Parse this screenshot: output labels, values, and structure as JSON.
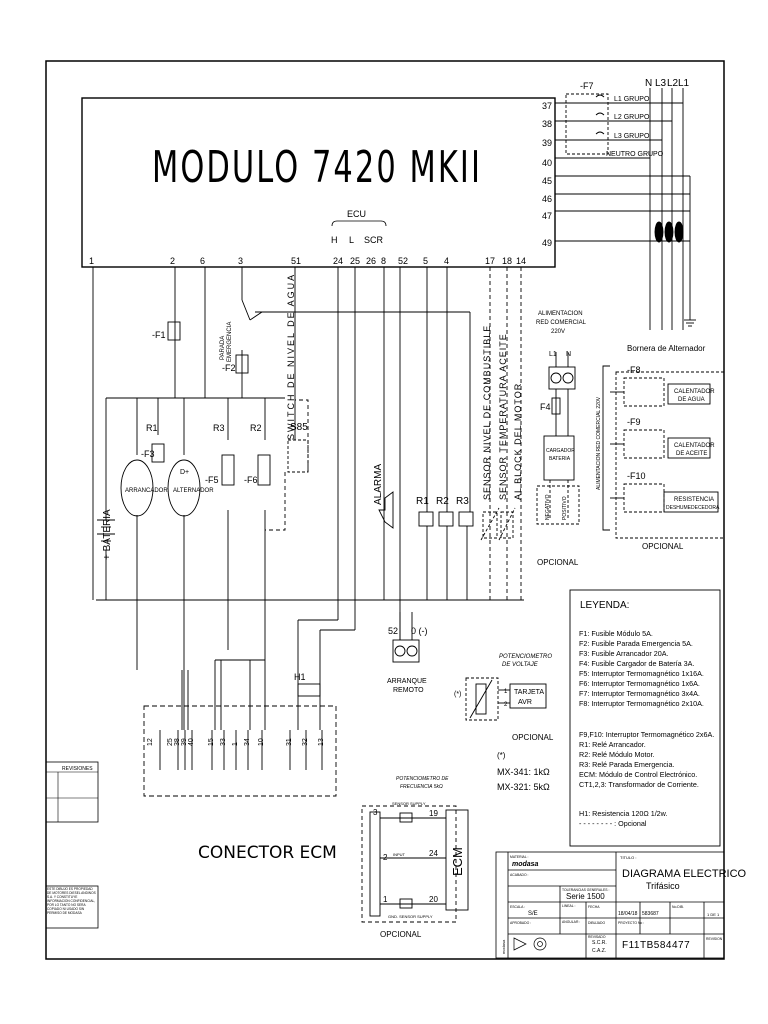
{
  "module": {
    "title": "MODULO 7420 MKII",
    "ecu_label": "ECU",
    "ecu_pins": [
      "H",
      "L",
      "SCR"
    ]
  },
  "terminals_bottom": [
    "1",
    "2",
    "6",
    "3",
    "51",
    "24",
    "25",
    "26",
    "8",
    "52",
    "5",
    "4",
    "17",
    "18",
    "14"
  ],
  "terminals_right": [
    "37",
    "38",
    "39",
    "40",
    "45",
    "46",
    "47",
    "49"
  ],
  "top_right": {
    "fuse": "-F7",
    "phase_labels": [
      "N",
      "L3",
      "L2",
      "L1"
    ],
    "grupo_labels": [
      "L1 GRUPO",
      "L2 GRUPO",
      "L3 GRUPO",
      "NEUTRO GRUPO"
    ],
    "bornera": "Bornera de Alternador"
  },
  "left_circuit": {
    "fuses": [
      "-F1",
      "-F2",
      "-F3",
      "-F5",
      "-F6"
    ],
    "relays": [
      "R1",
      "R3",
      "R2"
    ],
    "parada_emergencia": [
      "PARADA",
      "EMERGENCIA"
    ],
    "switch_label": "SWITCH DE NIVEL DE AGUA",
    "s85": "S85",
    "bateria": "+ BATERIA",
    "arrancador": "ARRANCADOR",
    "alternador": "ALTERNADOR",
    "alternador_d": "D+"
  },
  "middle": {
    "alarma": "ALARMA",
    "relay_coils": [
      "R1",
      "R2",
      "R3"
    ],
    "sensors": [
      "SENSOR NIVEL DE COMBUSTIBLE",
      "SENSOR TEMPERATURA ACEITE",
      "AL BLOCK DEL MOTOR"
    ]
  },
  "alimentacion": {
    "title": [
      "ALIMENTACION",
      "RED COMERCIAL",
      "220V"
    ],
    "pins": [
      "L1",
      "N"
    ],
    "fuse": "F4",
    "cargador": [
      "CARGADOR",
      "BATERIA"
    ],
    "polarity": [
      "NEGATIVO",
      "POSITIVO"
    ],
    "opcional": "OPCIONAL"
  },
  "heaters": {
    "side_label": "ALIMENTACION RED COMERCIAL 220V",
    "items": [
      {
        "fuse": "-F8",
        "label": [
          "CALENTADOR",
          "DE AGUA"
        ]
      },
      {
        "fuse": "-F9",
        "label": [
          "CALENTADOR",
          "DE ACEITE"
        ]
      },
      {
        "fuse": "-F10",
        "label": [
          "RESISTENCIA",
          "DESHUMEDECEDORA"
        ]
      }
    ],
    "opcional": "OPCIONAL"
  },
  "arranque": {
    "pins": [
      "52",
      "0 (-)"
    ],
    "label": [
      "ARRANQUE",
      "REMOTO"
    ]
  },
  "h1": "H1",
  "connector": {
    "label": "CONECTOR ECM",
    "pins": [
      "12",
      "25",
      "38",
      "39",
      "40",
      "15",
      "33",
      "1",
      "34",
      "10",
      "31",
      "32",
      "13"
    ]
  },
  "pot_voltaje": {
    "title": [
      "POTENCIOMETRO",
      "DE VOLTAJE"
    ],
    "star": "(*)",
    "pins": [
      "1",
      "2"
    ],
    "tarjeta": [
      "TARJETA",
      "AVR"
    ],
    "opcional": "OPCIONAL",
    "notes": [
      "(*)",
      "MX-341: 1kΩ",
      "MX-321: 5kΩ"
    ]
  },
  "pot_frecuencia": {
    "title": [
      "POTENCIOMETRO DE",
      "FRECUENCIA 5kΩ"
    ],
    "pins_left": [
      "3",
      "2",
      "1"
    ],
    "pins_right": [
      "19",
      "24",
      "20"
    ],
    "labels": [
      "SENSOR SUPPLY",
      "INPUT",
      "GND. SENSOR SUPPLY"
    ],
    "ecm": "ECM",
    "opcional": "OPCIONAL"
  },
  "leyenda": {
    "title": "LEYENDA:",
    "items": [
      "F1: Fusible Módulo 5A.",
      "F2: Fusible Parada Emergencia 5A.",
      "F3: Fusible Arrancador 20A.",
      "F4: Fusible Cargador de Batería 3A.",
      "F5: Interruptor Termomagnético 1x16A.",
      "F6: Interruptor Termomagnético 1x6A.",
      "F7: Interruptor Termomagnético 3x4A.",
      "F8: Interruptor Termomagnético 2x10A.",
      "F9,F10: Interruptor Termomagnético 2x6A.",
      "R1: Relé Arrancador.",
      "R2: Relé Módulo Motor.",
      "R3: Relé Parada Emergencia.",
      "ECM: Módulo de Control Electrónico.",
      "CT1,2,3: Transformador de Corriente.",
      "H1: Resistencia 120Ω 1/2w.",
      "- - - - - - - - : Opcional"
    ]
  },
  "revisiones": "REVISIONES",
  "notice": "ESTE DIBUJO ES PROPIEDAD DE MOTORES DIESEL ANDINOS S.A. Y CONSTITUYE INFORMACION CONFIDENCIAL, POR LO TANTO NO SERA COPIADO NI USADO SIN PERMISO DE MODASA",
  "titleblock": {
    "brand": "modasa",
    "titulo_label": "TITULO :",
    "title1": "DIAGRAMA ELECTRICO",
    "title2": "Trifásico",
    "serie": "Serie 1500",
    "fecha": "18/04/18",
    "numero": "583687",
    "escala": "S/E",
    "hoja": "1 DE 1",
    "proyecto": "S.C.R.",
    "reviso": "C.A.Z.",
    "code": "F11TB584477",
    "labels": [
      "MATERIAL :",
      "ACABADO :",
      "TOLERANCIAS GENERALES :",
      "ESCALA :",
      "APROBADO :",
      "FECHA",
      "No.DIB.",
      "LINEAL :",
      "ANGULAR :",
      "DIBUJADO",
      "REVISADO",
      "PROYECTO No :",
      "REVISION"
    ]
  }
}
